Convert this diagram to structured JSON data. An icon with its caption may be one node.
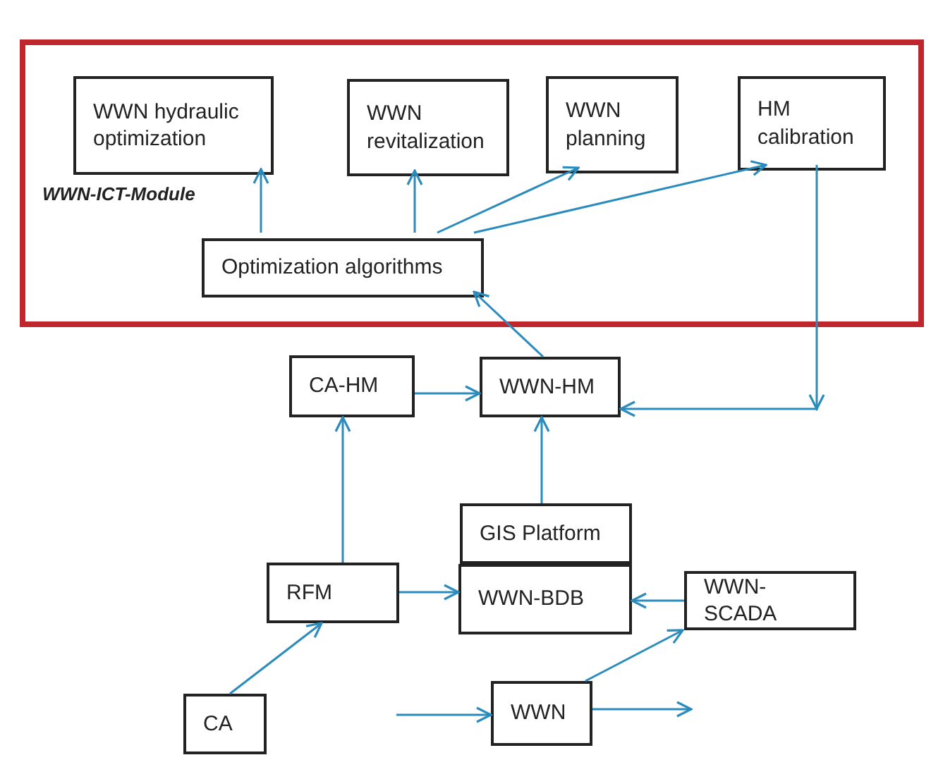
{
  "diagram": {
    "nodes": [
      {
        "text": [
          "WWN-ICT-Module"
        ]
      },
      {
        "text": [
          "WWN hydraulic optimization"
        ],
        "in": 0
      },
      {
        "text": [
          "WWN revitalization"
        ],
        "in": 0
      },
      {
        "text": [
          "WWN planning"
        ],
        "in": 0
      },
      {
        "text": [
          "HM calibration"
        ],
        "in": 0
      },
      {
        "text": [
          "Optimization algorithms"
        ],
        "in": 0
      },
      {
        "text": [
          "CA-HM"
        ]
      },
      {
        "text": [
          "WWN-HM"
        ]
      },
      {
        "text": [
          "GIS Platform"
        ]
      },
      {
        "text": [
          "WWN-BDB"
        ]
      },
      {
        "text": [
          "RFM"
        ]
      },
      {
        "text": [
          "WWN-SCADA"
        ]
      },
      {
        "text": [
          "CA"
        ]
      },
      {
        "text": [
          "WWN"
        ]
      }
    ],
    "edges": [
      {
        "from": 5,
        "to": 1,
        "arrow": "to"
      },
      {
        "from": 5,
        "to": 2,
        "arrow": "to"
      },
      {
        "from": 5,
        "to": 3,
        "arrow": "to"
      },
      {
        "from": 5,
        "to": 4,
        "arrow": "to"
      },
      {
        "from": 4,
        "to": 7,
        "arrow": "to"
      },
      {
        "from": 7,
        "to": 5,
        "arrow": "to"
      },
      {
        "from": 6,
        "to": 7,
        "arrow": "to"
      },
      {
        "from": 8,
        "to": 7,
        "arrow": "to"
      },
      {
        "from": 10,
        "to": 6,
        "arrow": "to"
      },
      {
        "from": 10,
        "to": 9,
        "arrow": "to"
      },
      {
        "from": 11,
        "to": 9,
        "arrow": "to"
      },
      {
        "from": 12,
        "to": 10,
        "arrow": "to"
      },
      {
        "from": 13,
        "to": 11,
        "arrow": "to"
      },
      {
        "from": null,
        "to": 13,
        "arrow": "to"
      },
      {
        "from": 13,
        "to": null,
        "arrow": "to"
      }
    ]
  }
}
